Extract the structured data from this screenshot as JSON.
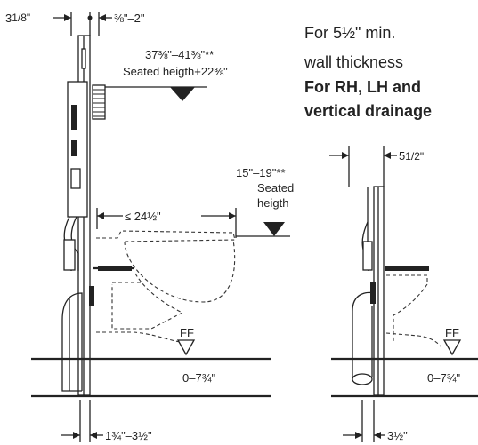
{
  "heading": {
    "line1": "For 5½\" min.",
    "line2": "wall thickness",
    "line3": "For RH, LH and",
    "line4": "vertical drainage"
  },
  "left_view": {
    "width_left": "3",
    "width_left_frac": "1/8\"",
    "depth_offset": "⅜\"–2\"",
    "height_range": "37⅜\"–41⅜\"**",
    "height_note": "Seated heigth+22⅜\"",
    "seat_range": "15\"–19\"**",
    "seat_label1": "Seated",
    "seat_label2": "heigth",
    "bowl_projection": "≤ 24½\"",
    "floor_label": "FF",
    "floor_range": "0–7¾\"",
    "bottom_range": "1¾\"–3½\""
  },
  "right_view": {
    "wall_thickness": "5",
    "wall_thickness_frac": "1/2\"",
    "floor_label": "FF",
    "floor_range": "0–7¾\"",
    "bottom_range": "3½\""
  }
}
